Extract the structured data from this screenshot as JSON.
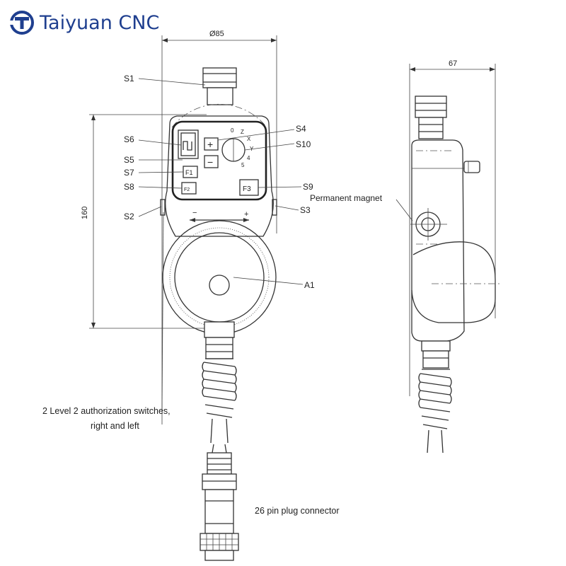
{
  "brand": {
    "name": "Taiyuan CNC",
    "logo_icon": "tc-logo-icon",
    "color": "#1f3f8f"
  },
  "dimensions": {
    "width_front": "Ø85",
    "height": "160",
    "depth_side": "67"
  },
  "labels": {
    "s1": "S1",
    "s6": "S6",
    "s5": "S5",
    "s7": "S7",
    "s8": "S8",
    "s2": "S2",
    "s4": "S4",
    "s10": "S10",
    "s9": "S9",
    "s3": "S3",
    "a1": "A1"
  },
  "buttons": {
    "f1": "F1",
    "f2": "F2",
    "f3": "F3",
    "plus": "+",
    "minus": "−"
  },
  "axis_selector": [
    "0",
    "Z",
    "X",
    "Y",
    "4",
    "5"
  ],
  "annotations": {
    "permanent_magnet": "Permanent magnet",
    "auth_switches_line1": "2 Level 2 authorization switches,",
    "auth_switches_line2": "right and left",
    "plug_connector": "26 pin plug connector"
  }
}
